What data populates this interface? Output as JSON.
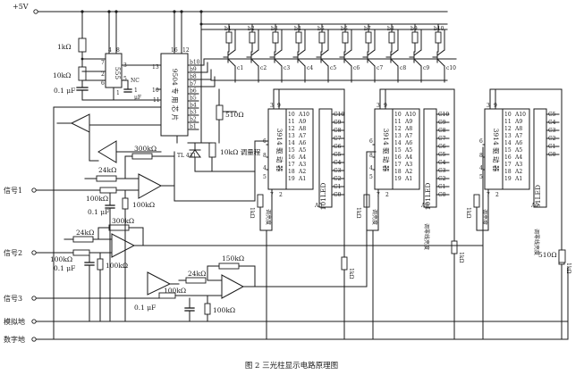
{
  "supply_label": "+5V",
  "signal_1": "信号1",
  "signal_2": "信号2",
  "signal_3": "信号3",
  "analog_ground": "模拟地",
  "digital_ground": "数字地",
  "caption": "图 2   三光柱显示电路原理图",
  "r_1k": "1kΩ",
  "r_10k": "10kΩ",
  "c_01u": "0.1 μF",
  "c_1u": "1",
  "c_1u_unit": "μF",
  "ne555": "555",
  "pin_nc": "NC",
  "counter_chip": "9504 专 用 芯 片",
  "tl431": "TL 431",
  "pot_10k": "10kΩ 调量程",
  "r_510": "510Ω",
  "r_24k": "24kΩ",
  "r_300k": "300kΩ",
  "r_100k": "100kΩ",
  "r_150k": "150kΩ",
  "driver_3914": "3914 驱 动 器",
  "led_101_a": "101LED",
  "led_101_b": "101LED",
  "led_51": "51LED",
  "brightness": "调亮度",
  "zero_adjust": "调零线亮度",
  "transistors": [
    "b1",
    "b2",
    "b3",
    "b4",
    "b5",
    "b6",
    "b7",
    "b8",
    "b9",
    "b10"
  ],
  "collectors": [
    "c1",
    "c2",
    "c3",
    "c4",
    "c5",
    "c6",
    "c7",
    "c8",
    "c9",
    "c10"
  ],
  "chip_b_pins": [
    "b10",
    "b9",
    "b8",
    "b7",
    "b6",
    "b5",
    "b4",
    "b3",
    "b2",
    "b1"
  ],
  "a_pins": [
    "A10",
    "A9",
    "A8",
    "A7",
    "A6",
    "A5",
    "A4",
    "A3",
    "A2",
    "A1"
  ],
  "c_pins": [
    "C10",
    "C9",
    "C8",
    "C7",
    "C6",
    "C5",
    "C4",
    "C3",
    "C2",
    "C1",
    "C0"
  ],
  "c_pins_short": [
    "C5",
    "C4",
    "C3",
    "C2",
    "C1",
    "C0"
  ],
  "a0": "A0"
}
